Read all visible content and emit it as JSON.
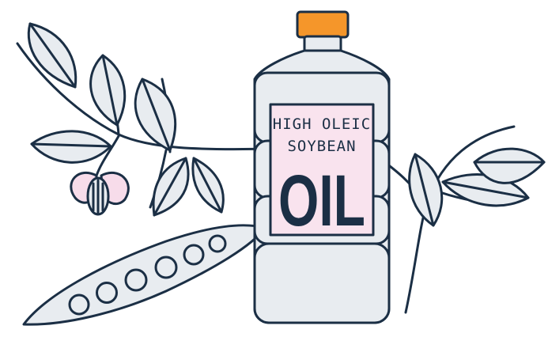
{
  "label": {
    "line1": "HIGH OLEIC",
    "line2": "SOYBEAN",
    "line3": "OIL"
  },
  "colors": {
    "outline": "#1b2f45",
    "fill": "#e8ecf0",
    "cap": "#f5962a",
    "label_bg": "#f9e3ee",
    "flower": "#f7dcea"
  },
  "icons": [
    "soybean-plant-icon",
    "soybean-pod-icon",
    "soybean-flower-icon",
    "oil-bottle-icon",
    "leaf-sprig-icon"
  ]
}
